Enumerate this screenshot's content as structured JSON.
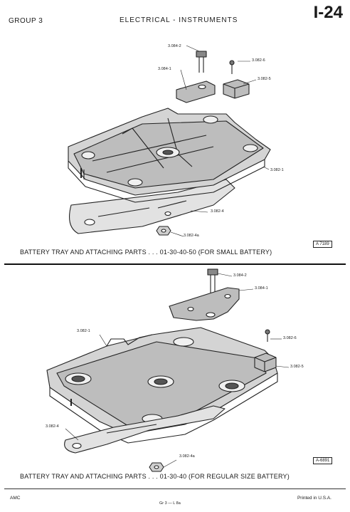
{
  "header": {
    "group": "GROUP 3",
    "section": "ELECTRICAL - INSTRUMENTS",
    "page_number": "I-24"
  },
  "figure1": {
    "callouts": {
      "c1": "3.084-2",
      "c2": "3.084-1",
      "c3": "3.082-6",
      "c4": "3.082-5",
      "c5": "3.082-1",
      "c6": "3.082-4",
      "c7": "3.082-4a"
    },
    "figure_id": "A 7189",
    "caption": "BATTERY TRAY AND ATTACHING PARTS . . . 01-30-40-50 (FOR SMALL BATTERY)"
  },
  "figure2": {
    "callouts": {
      "c1": "3.084-2",
      "c2": "3.084-1",
      "c3": "3.082-1",
      "c4": "3.082-6",
      "c5": "3.082-5",
      "c6": "3.082-4",
      "c7": "3.082-4a"
    },
    "figure_id": "A-6891",
    "caption": "BATTERY TRAY AND ATTACHING PARTS . . . 01-30-40 (FOR REGULAR SIZE BATTERY)"
  },
  "footer": {
    "left": "AMC",
    "center": "Gr 3 — L 8a",
    "right": "Printed in U.S.A."
  }
}
